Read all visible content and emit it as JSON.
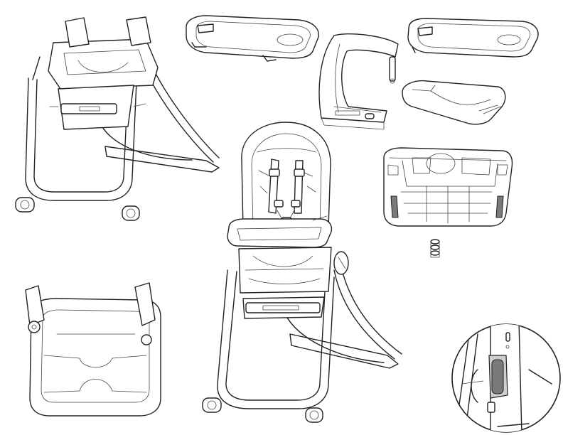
{
  "sheet": {
    "background": "#ffffff",
    "line_color": "#222222",
    "accent_gray": "#cfcfcf"
  },
  "illustrations": [
    {
      "id": "highchair-frame-with-booster",
      "icon": "highchair-frame-icon"
    },
    {
      "id": "dishwasher-safe-tray-insert",
      "icon": "tray-insert-icon"
    },
    {
      "id": "booster-tray-arm",
      "icon": "tray-arm-icon"
    },
    {
      "id": "tray-top",
      "icon": "tray-top-icon"
    },
    {
      "id": "tray-bottom-bumper",
      "icon": "tray-bumper-icon"
    },
    {
      "id": "assembled-highchair",
      "icon": "highchair-icon"
    },
    {
      "id": "tray-underside",
      "icon": "tray-underside-icon"
    },
    {
      "id": "booster-seat",
      "icon": "booster-seat-icon"
    },
    {
      "id": "latch-detail-magnified",
      "icon": "magnifier-detail-icon"
    }
  ]
}
